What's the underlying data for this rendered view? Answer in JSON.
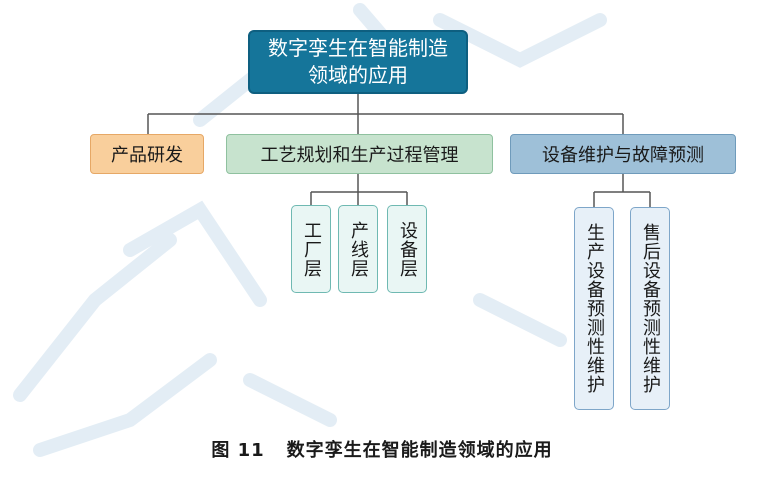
{
  "root": {
    "line1": "数字孪生在智能制造",
    "line2": "领域的应用"
  },
  "branches": {
    "product": "产品研发",
    "process": "工艺规划和生产过程管理",
    "maintenance": "设备维护与故障预测"
  },
  "process_children": [
    "工厂层",
    "产线层",
    "设备层"
  ],
  "maintenance_children": [
    "生产设备预测性维护",
    "售后设备预测性维护"
  ],
  "caption": {
    "number": "图 11",
    "title": "数字孪生在智能制造领域的应用"
  },
  "colors": {
    "root_fill": "#15759a",
    "product_fill": "#f9cf9c",
    "process_fill": "#c7e3ce",
    "maintenance_fill": "#9ec0d8",
    "connector": "#555555"
  }
}
